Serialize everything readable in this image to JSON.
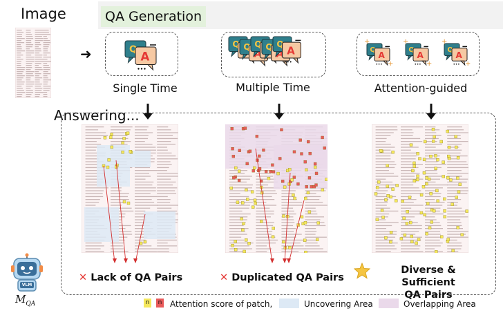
{
  "header": {
    "image_label": "Image",
    "qa_generation_label": "QA Generation"
  },
  "strategies": [
    {
      "label": "Single Time"
    },
    {
      "label": "Multiple Time"
    },
    {
      "label": "Attention-guided"
    }
  ],
  "answering_label": "Answering...",
  "results": {
    "lack": {
      "mark": "✕",
      "text": "Lack of QA Pairs"
    },
    "duplicated": {
      "mark": "✕",
      "text": "Duplicated QA Pairs"
    },
    "diverse": {
      "line1": "Diverse & Sufficient",
      "line2": "QA Pairs"
    }
  },
  "vlm": {
    "badge": "VLM",
    "caption_main": "M",
    "caption_sub": "QA"
  },
  "legend": {
    "chip_low": "n",
    "chip_high": "n",
    "attention_text": "Attention score of patch,",
    "uncovering_text": "Uncovering Area",
    "overlapping_text": "Overlapping Area",
    "colors": {
      "low": "#f5e85c",
      "high": "#e85a5a",
      "uncovering": "#dde9f5",
      "overlapping": "#ead9ea"
    }
  },
  "icon_letters": {
    "question": "Q",
    "answer": "A"
  }
}
